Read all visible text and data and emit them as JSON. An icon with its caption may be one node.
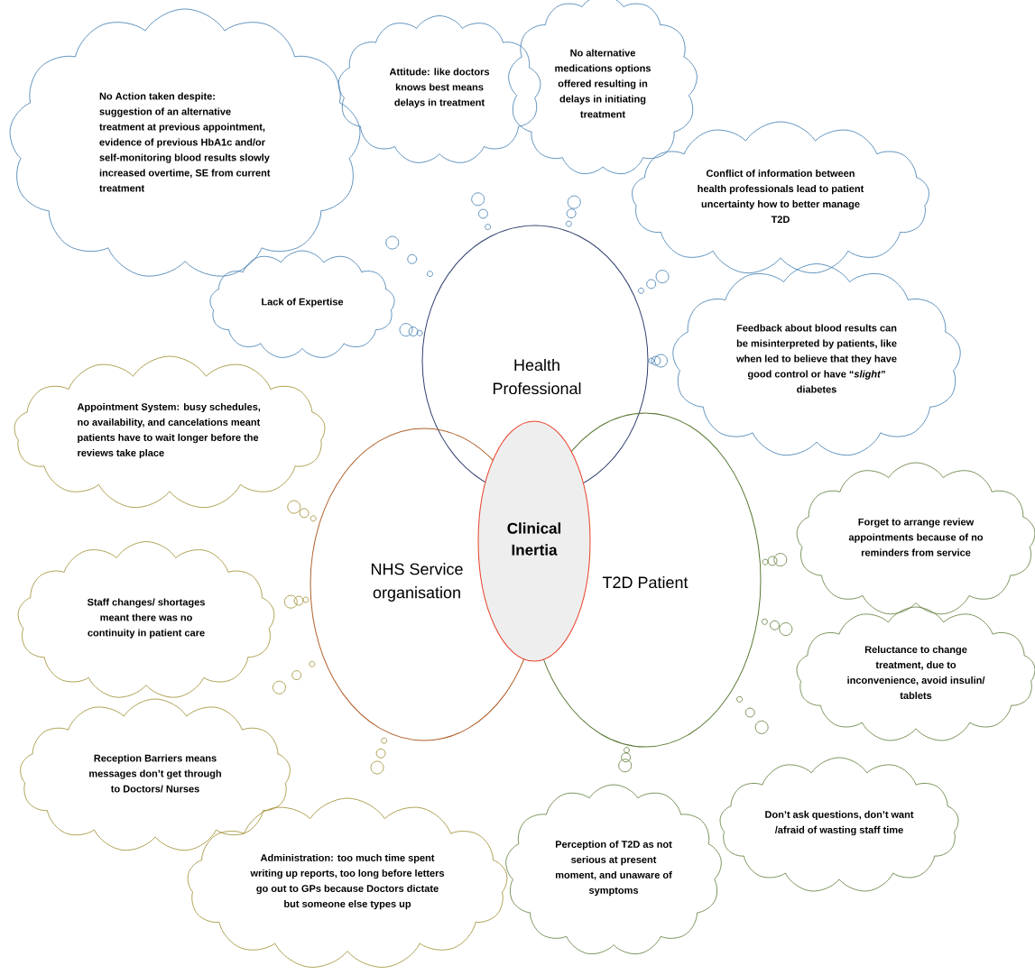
{
  "diagram": {
    "nodes": [
      {
        "text": [
          "Health Professional"
        ]
      },
      {
        "text": [
          "NHS Service organisation"
        ]
      },
      {
        "text": [
          "T2D Patient"
        ]
      },
      {
        "text": [
          "Clinical Inertia"
        ]
      },
      {
        "text": [
          "No Action taken despite: suggestion of an alternative treatment at previous appointment, evidence of previous HbA1c and/or self-monitoring blood results slowly increased overtime, SE from current treatment"
        ]
      },
      {
        "text": [
          "Attitude: like doctors knows best means delays in treatment"
        ]
      },
      {
        "text": [
          "No alternative medications options offered resulting in delays in initiating treatment"
        ]
      },
      {
        "text": [
          "Conflict of information between health professionals lead to patient uncertainty how to better manage T2D"
        ]
      },
      {
        "text": [
          "Lack of Expertise"
        ]
      },
      {
        "text": [
          "Feedback about blood results can be misinterpreted by patients, like when led to believe that they have good control or have “*slight*” diabetes"
        ]
      },
      {
        "text": [
          "Appointment System: busy schedules, no availability, and cancelations meant patients have to wait longer before the reviews take place"
        ]
      },
      {
        "text": [
          "Staff changes/ shortages meant there was no continuity in patient care"
        ]
      },
      {
        "text": [
          "Reception Barriers means messages don’t get through to Doctors/ Nurses"
        ]
      },
      {
        "text": [
          "Administration: too much time spent writing up reports, too long before letters go out to GPs because Doctors dictate but someone else types up"
        ]
      },
      {
        "text": [
          "Forget to arrange review appointments because of no reminders from service"
        ]
      },
      {
        "text": [
          "Reluctance to change treatment, due to inconvenience, avoid insulin/ tablets"
        ]
      },
      {
        "text": [
          "Perception of T2D as not serious at present moment, and unaware of symptoms"
        ]
      },
      {
        "text": [
          "Don’t ask questions, don’t want /afraid of wasting staff time"
        ]
      }
    ],
    "edges": [
      {
        "from": 4,
        "to": 0,
        "arrow": "none"
      },
      {
        "from": 5,
        "to": 0,
        "arrow": "none"
      },
      {
        "from": 6,
        "to": 0,
        "arrow": "none"
      },
      {
        "from": 7,
        "to": 0,
        "arrow": "none"
      },
      {
        "from": 8,
        "to": 0,
        "arrow": "none"
      },
      {
        "from": 9,
        "to": 0,
        "arrow": "none"
      },
      {
        "from": 10,
        "to": 1,
        "arrow": "none",
        "color": "#9c8a2a"
      },
      {
        "from": 11,
        "to": 1,
        "arrow": "none",
        "color": "#9c8a2a"
      },
      {
        "from": 12,
        "to": 1,
        "arrow": "none",
        "color": "#9c8a2a"
      },
      {
        "from": 13,
        "to": 1,
        "arrow": "none",
        "color": "#9c8a2a"
      },
      {
        "from": 14,
        "to": 2,
        "arrow": "none",
        "color": "#5b7a35"
      },
      {
        "from": 15,
        "to": 2,
        "arrow": "none",
        "color": "#5b7a35"
      },
      {
        "from": 16,
        "to": 2,
        "arrow": "none",
        "color": "#5b7a35"
      },
      {
        "from": 17,
        "to": 2,
        "arrow": "none",
        "color": "#5b7a35"
      }
    ]
  }
}
